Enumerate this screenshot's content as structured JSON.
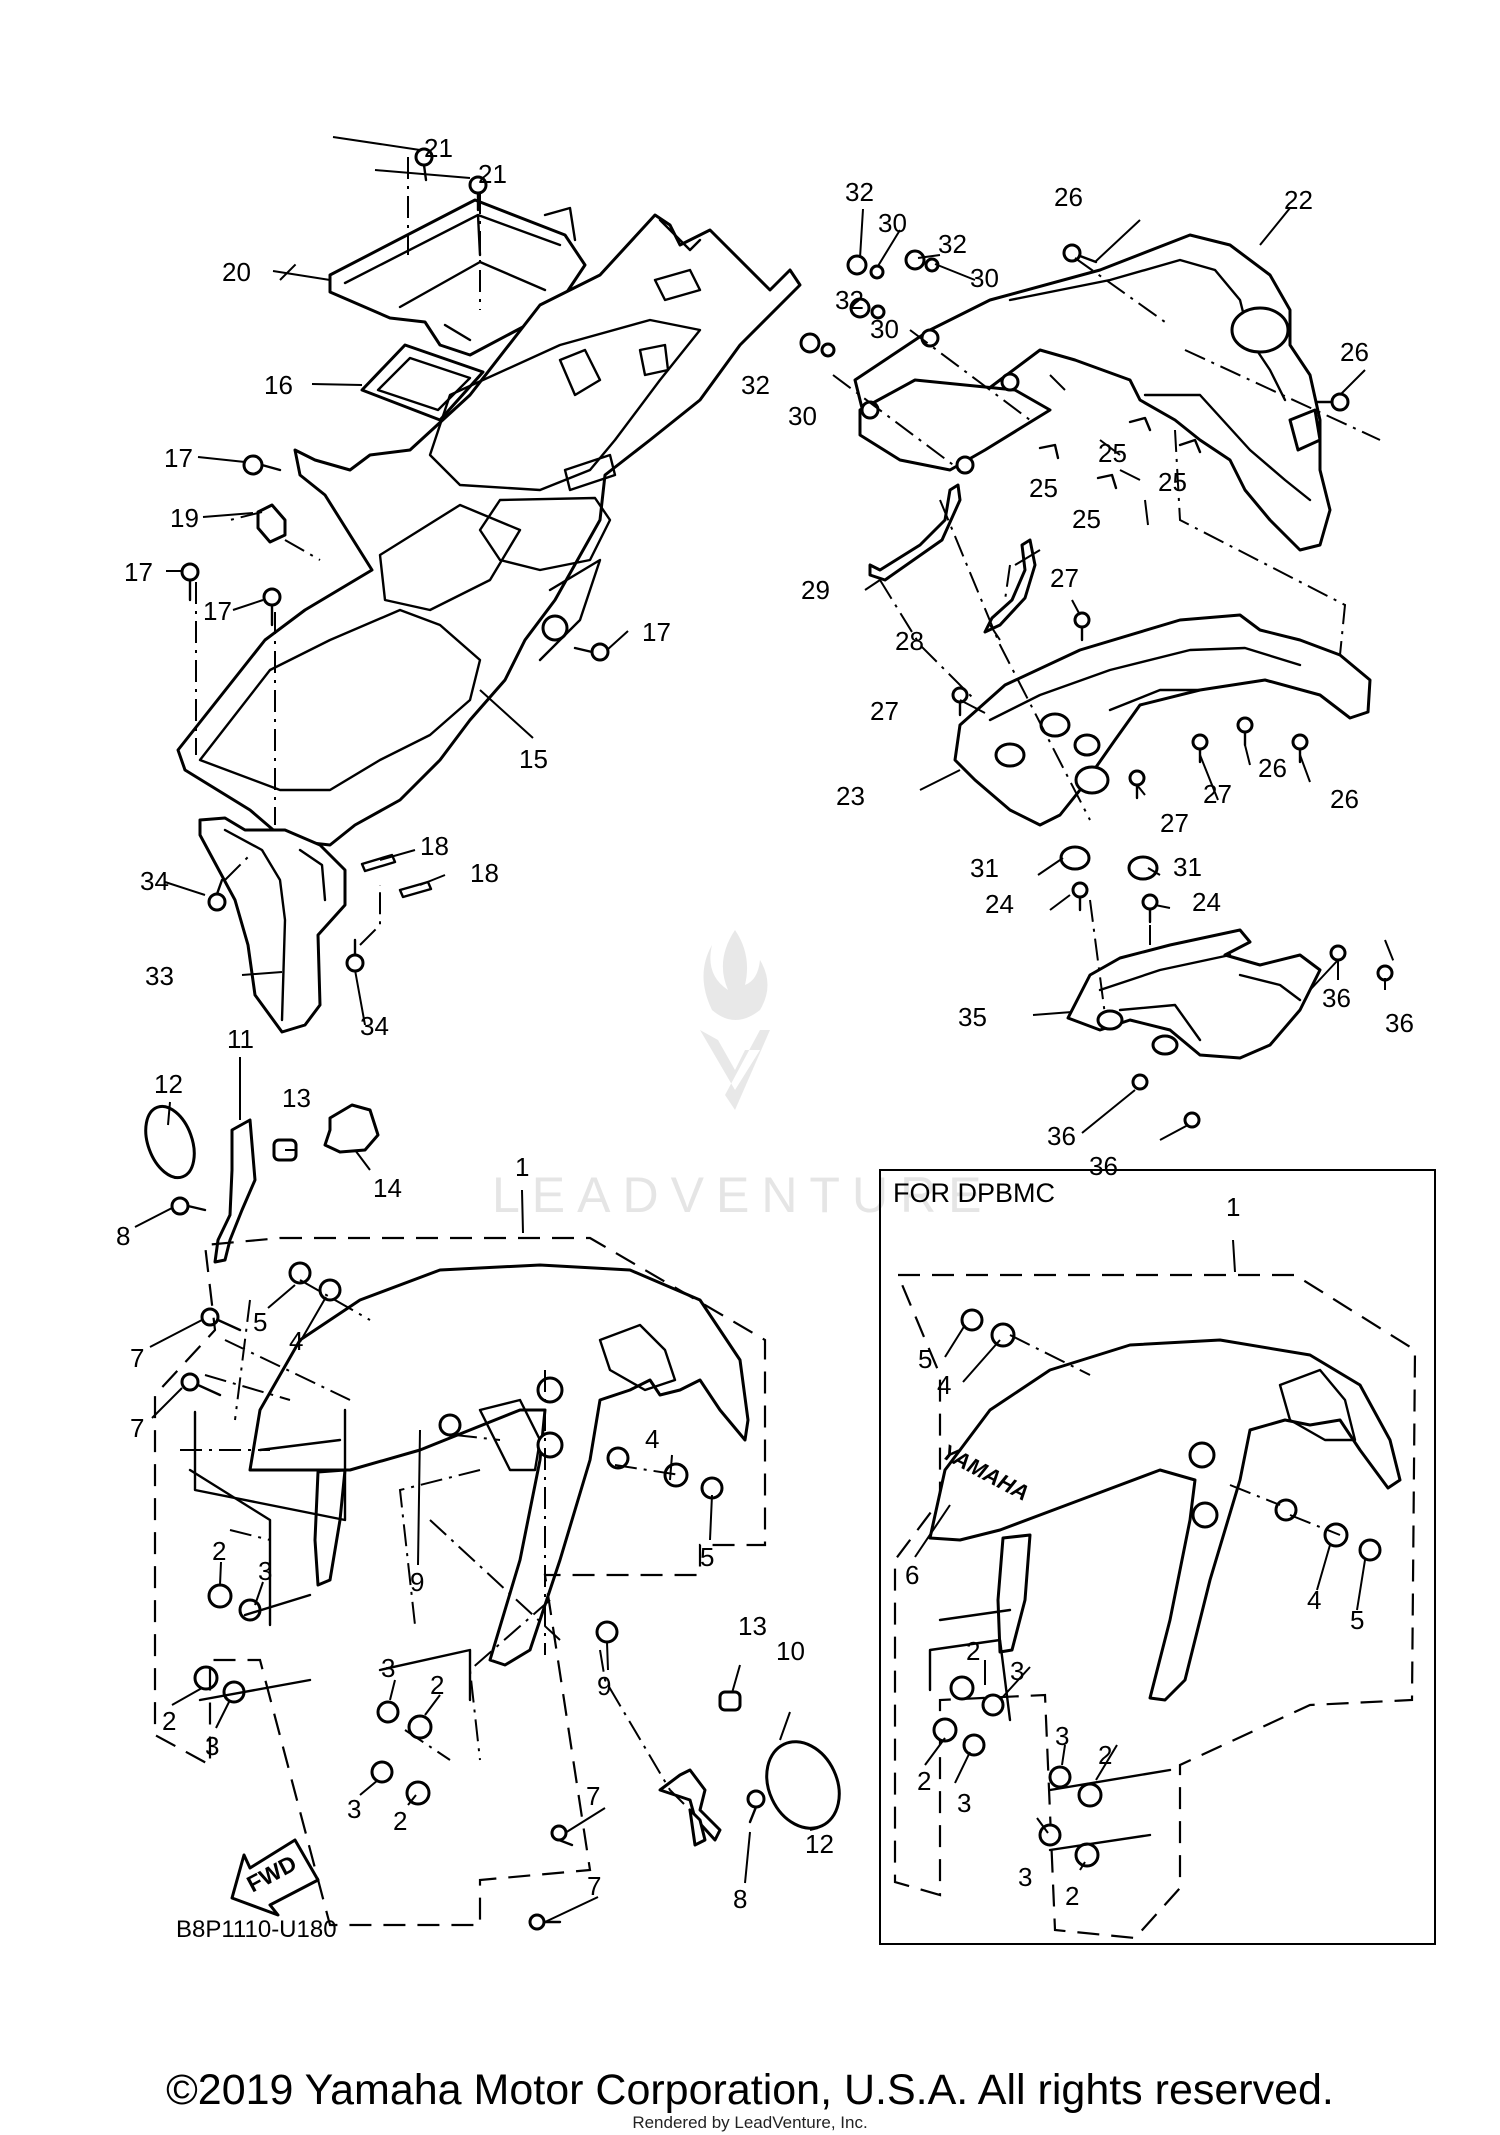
{
  "diagram": {
    "code": "B8P1110-U180",
    "inset_title": "FOR DPBMC",
    "fwd_label": "FWD",
    "fender_emblem": "YAMAHA",
    "watermark": "LEADVENTURE",
    "copyright": "©2019 Yamaha Motor Corporation, U.S.A. All rights reserved.",
    "rendered_by": "Rendered by LeadVenture, Inc."
  },
  "callouts": [
    {
      "id": "c21a",
      "label": "21"
    },
    {
      "id": "c21b",
      "label": "21"
    },
    {
      "id": "c20",
      "label": "20"
    },
    {
      "id": "c16",
      "label": "16"
    },
    {
      "id": "c17a",
      "label": "17"
    },
    {
      "id": "c19",
      "label": "19"
    },
    {
      "id": "c17b",
      "label": "17"
    },
    {
      "id": "c17c",
      "label": "17"
    },
    {
      "id": "c17d",
      "label": "17"
    },
    {
      "id": "c15",
      "label": "15"
    },
    {
      "id": "c18a",
      "label": "18"
    },
    {
      "id": "c18b",
      "label": "18"
    },
    {
      "id": "c34a",
      "label": "34"
    },
    {
      "id": "c33",
      "label": "33"
    },
    {
      "id": "c34b",
      "label": "34"
    },
    {
      "id": "c32a",
      "label": "32"
    },
    {
      "id": "c30a",
      "label": "30"
    },
    {
      "id": "c32b",
      "label": "32"
    },
    {
      "id": "c30b",
      "label": "30"
    },
    {
      "id": "c32c",
      "label": "32"
    },
    {
      "id": "c30c",
      "label": "30"
    },
    {
      "id": "c32d",
      "label": "32"
    },
    {
      "id": "c30d",
      "label": "30"
    },
    {
      "id": "c26a",
      "label": "26"
    },
    {
      "id": "c22",
      "label": "22"
    },
    {
      "id": "c26b",
      "label": "26"
    },
    {
      "id": "c25a",
      "label": "25"
    },
    {
      "id": "c25b",
      "label": "25"
    },
    {
      "id": "c25c",
      "label": "25"
    },
    {
      "id": "c25d",
      "label": "25"
    },
    {
      "id": "c29",
      "label": "29"
    },
    {
      "id": "c27a",
      "label": "27"
    },
    {
      "id": "c28",
      "label": "28"
    },
    {
      "id": "c27b",
      "label": "27"
    },
    {
      "id": "c26c",
      "label": "26"
    },
    {
      "id": "c27c",
      "label": "27"
    },
    {
      "id": "c26d",
      "label": "26"
    },
    {
      "id": "c27d",
      "label": "27"
    },
    {
      "id": "c23",
      "label": "23"
    },
    {
      "id": "c31a",
      "label": "31"
    },
    {
      "id": "c31b",
      "label": "31"
    },
    {
      "id": "c24a",
      "label": "24"
    },
    {
      "id": "c24b",
      "label": "24"
    },
    {
      "id": "c35",
      "label": "35"
    },
    {
      "id": "c36a",
      "label": "36"
    },
    {
      "id": "c36b",
      "label": "36"
    },
    {
      "id": "c36c",
      "label": "36"
    },
    {
      "id": "c36d",
      "label": "36"
    },
    {
      "id": "c12a",
      "label": "12"
    },
    {
      "id": "c11",
      "label": "11"
    },
    {
      "id": "c13a",
      "label": "13"
    },
    {
      "id": "c14",
      "label": "14"
    },
    {
      "id": "c8a",
      "label": "8"
    },
    {
      "id": "c1a",
      "label": "1"
    },
    {
      "id": "c5a",
      "label": "5"
    },
    {
      "id": "c4a",
      "label": "4"
    },
    {
      "id": "c7a",
      "label": "7"
    },
    {
      "id": "c7b",
      "label": "7"
    },
    {
      "id": "c9a",
      "label": "9"
    },
    {
      "id": "c4b",
      "label": "4"
    },
    {
      "id": "c5b",
      "label": "5"
    },
    {
      "id": "c9b",
      "label": "9"
    },
    {
      "id": "c2a",
      "label": "2"
    },
    {
      "id": "c3a",
      "label": "3"
    },
    {
      "id": "c2b",
      "label": "2"
    },
    {
      "id": "c3b",
      "label": "3"
    },
    {
      "id": "c3c",
      "label": "3"
    },
    {
      "id": "c2c",
      "label": "2"
    },
    {
      "id": "c3d",
      "label": "3"
    },
    {
      "id": "c2d",
      "label": "2"
    },
    {
      "id": "c13b",
      "label": "13"
    },
    {
      "id": "c10",
      "label": "10"
    },
    {
      "id": "c12b",
      "label": "12"
    },
    {
      "id": "c8b",
      "label": "8"
    },
    {
      "id": "c7c",
      "label": "7"
    },
    {
      "id": "c7d",
      "label": "7"
    },
    {
      "id": "c1b",
      "label": "1"
    },
    {
      "id": "c5c",
      "label": "5"
    },
    {
      "id": "c4c",
      "label": "4"
    },
    {
      "id": "c6",
      "label": "6"
    },
    {
      "id": "c4d",
      "label": "4"
    },
    {
      "id": "c5d",
      "label": "5"
    },
    {
      "id": "c2e",
      "label": "2"
    },
    {
      "id": "c3e",
      "label": "3"
    },
    {
      "id": "c2f",
      "label": "2"
    },
    {
      "id": "c3f",
      "label": "3"
    },
    {
      "id": "c3g",
      "label": "3"
    },
    {
      "id": "c2g",
      "label": "2"
    },
    {
      "id": "c3h",
      "label": "3"
    },
    {
      "id": "c2h",
      "label": "2"
    }
  ]
}
